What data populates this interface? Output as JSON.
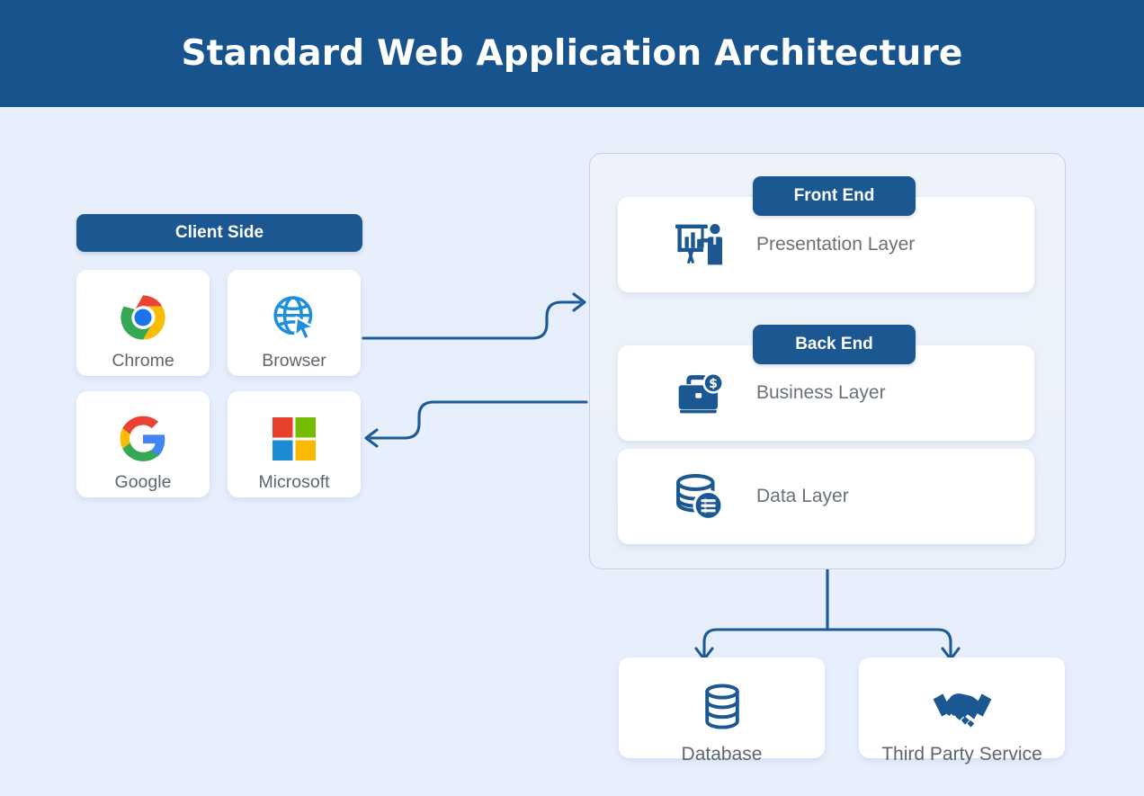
{
  "header": {
    "title": "Standard Web Application Architecture"
  },
  "theme": {
    "brand_blue": "#17538c",
    "pill_blue": "#1b5791",
    "background": "#e7effc",
    "card_white": "#ffffff",
    "label_gray": "#5d666f",
    "connector_blue": "#1c5a96",
    "panel_border": "#c5d2e3"
  },
  "client_side": {
    "label": "Client Side",
    "tiles": [
      {
        "label": "Chrome",
        "icon": "chrome-logo-icon"
      },
      {
        "label": "Browser",
        "icon": "globe-cursor-icon"
      },
      {
        "label": "Google",
        "icon": "google-logo-icon"
      },
      {
        "label": "Microsoft",
        "icon": "microsoft-logo-icon"
      }
    ]
  },
  "server_side": {
    "badges": [
      {
        "label": "Front End"
      },
      {
        "label": "Back End"
      }
    ],
    "layers": [
      {
        "label": "Presentation Layer",
        "icon": "presentation-board-icon"
      },
      {
        "label": "Business Layer",
        "icon": "briefcase-dollar-icon"
      },
      {
        "label": "Data Layer",
        "icon": "database-list-icon"
      }
    ]
  },
  "backend_services": [
    {
      "label": "Database",
      "icon": "database-cylinder-icon"
    },
    {
      "label": "Third Party Service",
      "icon": "handshake-icon"
    }
  ]
}
